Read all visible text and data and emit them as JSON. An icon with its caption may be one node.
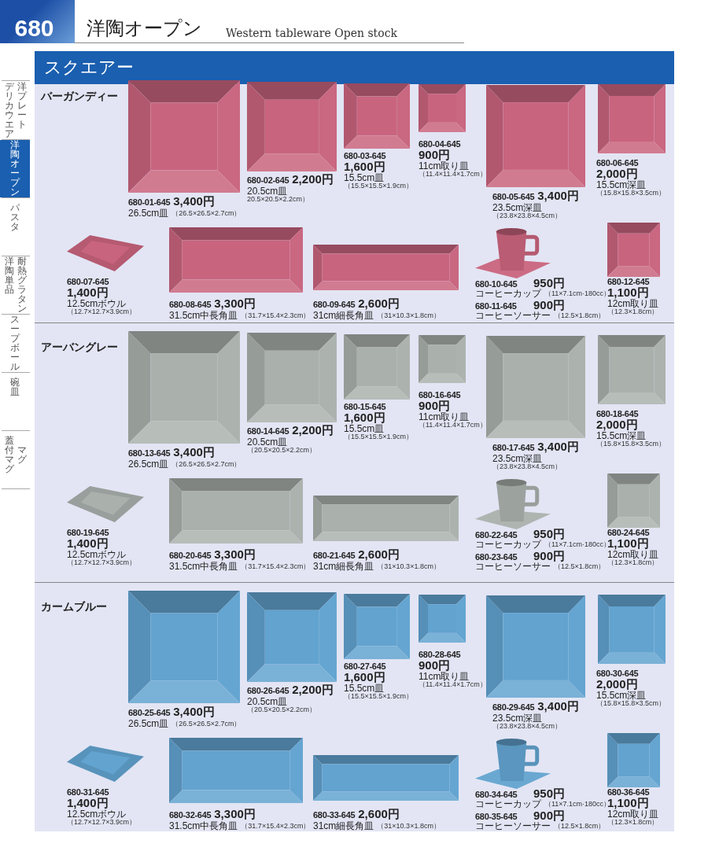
{
  "diagram": {
    "title": "洋陶オープン",
    "labels": [
      "680",
      "Western tableware Open stock",
      "デリカウエア",
      "洋プレート",
      "洋陶オープン",
      "パスタ",
      "洋陶単品",
      "耐熱グラタン",
      "スープボール",
      "碗皿",
      "蓋付マグ",
      "マグ",
      "スクエアー",
      "バーガンディー",
      "680-01-645",
      "3,400円",
      "26.5cm皿",
      "（26.5×26.5×2.7cm）",
      "680-02-645",
      "2,200円",
      "20.5cm皿",
      "20.5×20.5×2.2cm）",
      "680-03-645",
      "1,600円",
      "15.5cm皿",
      "（15.5×15.5×1.9cm）",
      "680-04-645",
      "900円",
      "11cm取り皿",
      "（11.4×11.4×1.7cm）",
      "680-05-645",
      "3,400円",
      "23.5cm深皿",
      "（23.8×23.8×4.5cm）",
      "680-06-645",
      "2,000円",
      "15.5cm深皿",
      "（15.8×15.8×3.5cm）",
      "680-07-645",
      "1,400円",
      "12.5cmボウル",
      "（12.7×12.7×3.9cm）",
      "680-08-645",
      "3,300円",
      "31.5cm中長角皿",
      "（31.7×15.4×2.3cm）",
      "680-09-645",
      "2,600円",
      "31cm細長角皿",
      "（31×10.3×1.8cm）",
      "680-10-645",
      "950円",
      "コーヒーカップ",
      "（11×7.1cm·180cc）",
      "680-11-645",
      "900円",
      "コーヒーソーサー",
      "（12.5×1.8cm）",
      "680-12-645",
      "1,100円",
      "12cm取り皿",
      "（12.3×1.8cm）",
      "アーバングレー",
      "680-13-645",
      "3,400円",
      "26.5cm皿",
      "（26.5×26.5×2.7cm）",
      "680-14-645",
      "2,200円",
      "20.5cm皿",
      "（20.5×20.5×2.2cm）",
      "680-15-645",
      "1,600円",
      "15.5cm皿",
      "（15.5×15.5×1.9cm）",
      "680-16-645",
      "900円",
      "11cm取り皿",
      "（11.4×11.4×1.7cm）",
      "680-17-645",
      "3,400円",
      "23.5cm深皿",
      "（23.8×23.8×4.5cm）",
      "680-18-645",
      "2,000円",
      "15.5cm深皿",
      "（15.8×15.8×3.5cm）",
      "680-19-645",
      "1,400円",
      "12.5cmボウル",
      "（12.7×12.7×3.9cm）",
      "680-20-645",
      "3,300円",
      "31.5cm中長角皿",
      "（31.7×15.4×2.3cm）",
      "680-21-645",
      "2,600円",
      "31cm細長角皿",
      "（31×10.3×1.8cm）",
      "680-22-645",
      "950円",
      "コーヒーカップ",
      "（11×7.1cm·180cc）",
      "680-23-645",
      "900円",
      "コーヒーソーサー",
      "（12.5×1.8cm）",
      "680-24-645",
      "1,100円",
      "12cm取り皿",
      "（12.3×1.8cm）",
      "カームブルー",
      "680-25-645",
      "3,400円",
      "26.5cm皿",
      "（26.5×26.5×2.7cm）",
      "680-26-645",
      "2,200円",
      "20.5cm皿",
      "（20.5×20.5×2.2cm）",
      "680-27-645",
      "1,600円",
      "15.5cm皿",
      "（15.5×15.5×1.9cm）",
      "680-28-645",
      "900円",
      "11cm取り皿",
      "（11.4×11.4×1.7cm）",
      "680-29-645",
      "3,400円",
      "23.5cm深皿",
      "（23.8×23.8×4.5cm）",
      "680-30-645",
      "2,000円",
      "15.5cm深皿",
      "（15.8×15.8×3.5cm）",
      "680-31-645",
      "1,400円",
      "12.5cmボウル",
      "（12.7×12.7×3.9cm）",
      "680-32-645",
      "3,300円",
      "31.5cm中長角皿",
      "（31.7×15.4×2.3cm）",
      "680-33-645",
      "2,600円",
      "31cm細長角皿",
      "（31×10.3×1.8cm）",
      "680-34-645",
      "950円",
      "コーヒーカップ",
      "（11×7.1cm·180cc）",
      "680-35-645",
      "900円",
      "コーヒーソーサー",
      "（12.5×1.8cm）",
      "680-36-645",
      "1,100円",
      "12cm取り皿",
      "（12.3×1.8cm）"
    ]
  }
}
